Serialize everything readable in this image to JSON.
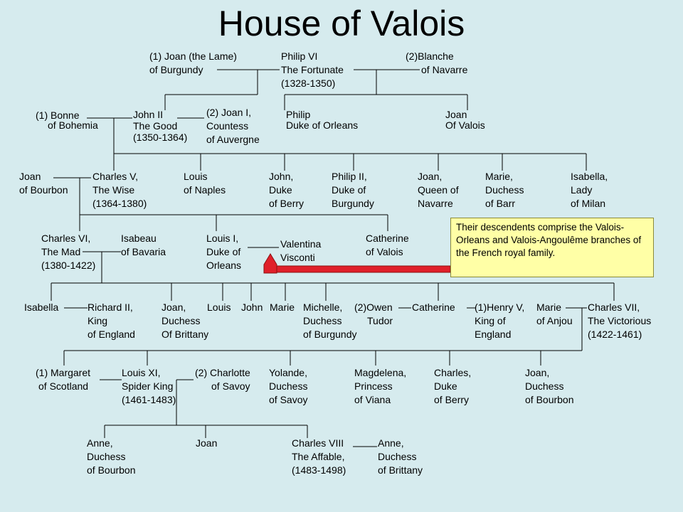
{
  "title": "House of Valois",
  "note": "Their descendents comprise the Valois-Orleans and Valois-Angoulême branches of the French royal family.",
  "accent_colors": {
    "background": "#d6ebee",
    "note_fill": "#ffffa6",
    "arrow": "#e0202a"
  },
  "people": {
    "joan_lame": "(1) Joan (the Lame)\nof Burgundy",
    "philip_vi": "Philip VI\nThe Fortunate\n(1328-1350)",
    "blanche_a": "(2)Blanche",
    "blanche_b": "of Navarre",
    "bonne_a": "(1) Bonne",
    "bonne_b": "of Bohemia",
    "john_ii": "John II\nThe Good\n(1350-1364)",
    "joan_i": "(2) Joan I,\nCountess\nof Auvergne",
    "philip_orleans": "Philip\nDuke of Orleans",
    "joan_valois": "Joan\nOf Valois",
    "joan_bourbon": "Joan\nof Bourbon",
    "charles_v": "Charles V,\nThe Wise\n(1364-1380)",
    "louis_naples": "Louis\nof Naples",
    "john_berry": "John,\nDuke\nof Berry",
    "philip_ii": "Philip II,\nDuke of\nBurgundy",
    "joan_navarre": "Joan,\nQueen of\nNavarre",
    "marie_barr": "Marie,\nDuchess\nof Barr",
    "isabella_milan": "Isabella,\nLady\nof Milan",
    "charles_vi": "Charles VI,\nThe Mad\n(1380-1422)",
    "isabeau": "Isabeau\nof Bavaria",
    "louis_i": "Louis I,\nDuke of\nOrleans",
    "valentina": "Valentina\nVisconti",
    "catherine_valois": "Catherine\nof Valois",
    "isabella": "Isabella",
    "richard_ii": "Richard II,\nKing\nof England",
    "joan_brittany": "Joan,\nDuchess\nOf Brittany",
    "louis": "Louis",
    "john": "John",
    "marie": "Marie",
    "michelle": "Michelle,\nDuchess\nof Burgundy",
    "owen_a": "(2)Owen",
    "owen_b": "Tudor",
    "catherine": "Catherine",
    "henry_v": "(1)Henry V,\nKing of\nEngland",
    "marie_anjou_a": "Marie",
    "marie_anjou_b": "of Anjou",
    "charles_vii": "Charles VII,\nThe Victorious\n(1422-1461)",
    "margaret_a": "(1) Margaret",
    "margaret_b": "of Scotland",
    "louis_xi": "Louis XI,\nSpider King\n(1461-1483)",
    "charlotte_a": "(2) Charlotte",
    "charlotte_b": "of Savoy",
    "yolande": "Yolande,\nDuchess\nof Savoy",
    "magdelena": "Magdelena,\nPrincess\nof Viana",
    "charles_berry": "Charles,\nDuke\nof Berry",
    "joan_bourbon2": "Joan,\nDuchess\nof Bourbon",
    "anne_bourbon": "Anne,\nDuchess\nof Bourbon",
    "joan_daughter": "Joan",
    "charles_viii": "Charles VIII\nThe Affable,\n(1483-1498)",
    "anne_brittany": "Anne,\nDuchess\nof Brittany"
  }
}
